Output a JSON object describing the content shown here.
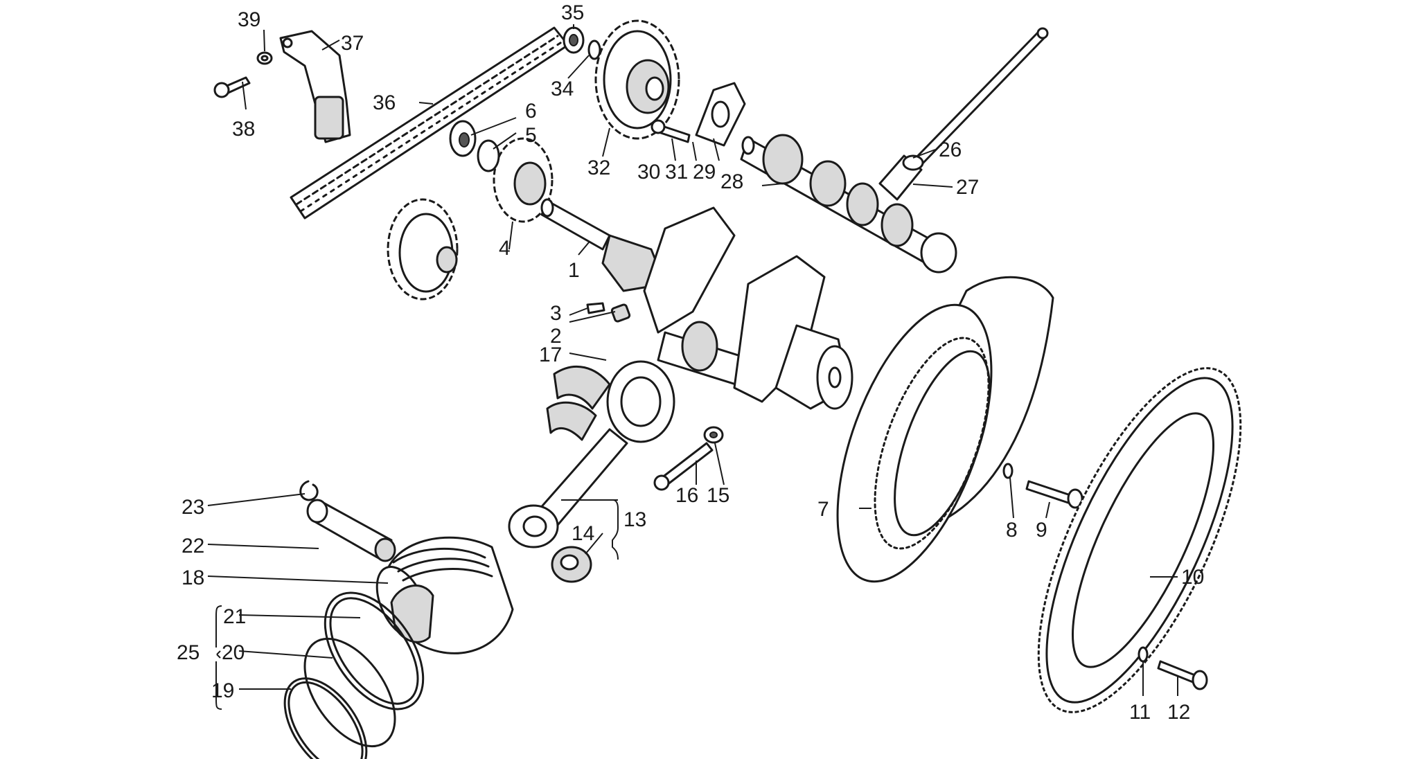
{
  "labels": [
    "1",
    "2",
    "3",
    "4",
    "5",
    "6",
    "7",
    "8",
    "9",
    "10",
    "11",
    "12",
    "13",
    "14",
    "15",
    "16",
    "17",
    "18",
    "19",
    "20",
    "21",
    "22",
    "23",
    "25",
    "26",
    "27",
    "28",
    "29",
    "30",
    "31",
    "32",
    "34",
    "35",
    "36",
    "37",
    "38",
    "39"
  ]
}
